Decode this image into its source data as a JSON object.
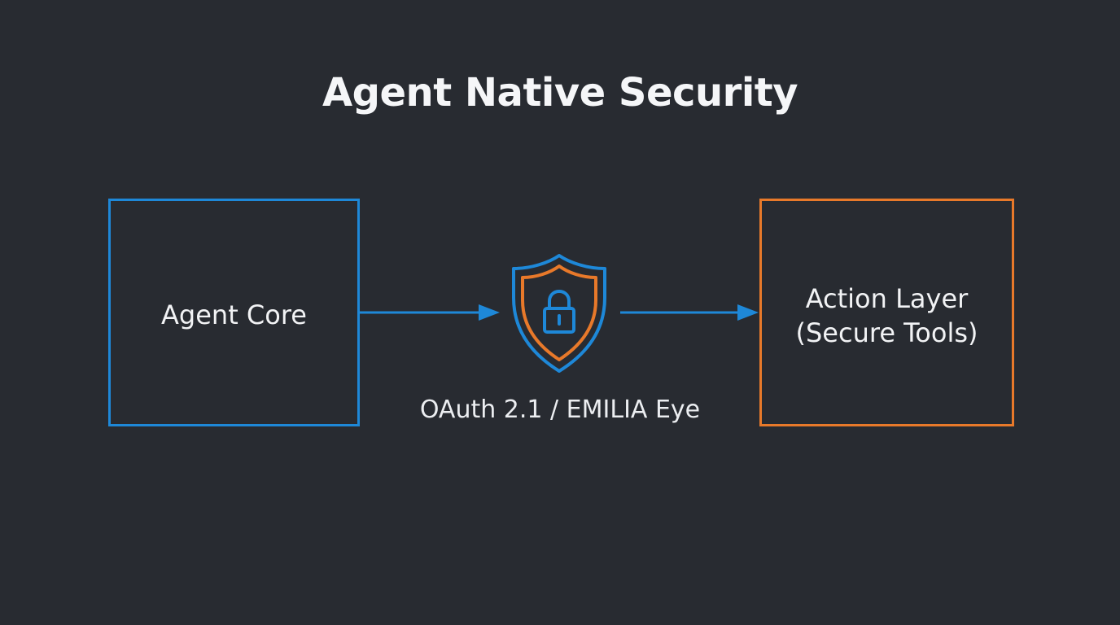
{
  "diagram": {
    "title": "Agent Native Security",
    "left_node": {
      "label": "Agent Core",
      "color": "#1e88d8"
    },
    "gate": {
      "caption": "OAuth 2.1 / EMILIA Eye",
      "icon": "shield-lock-icon",
      "outer_color": "#1e88d8",
      "inner_color": "#e8792a"
    },
    "right_node": {
      "label": "Action Layer\n(Secure Tools)",
      "color": "#e8792a"
    },
    "arrow_color": "#1e88d8",
    "background": "#282b31"
  }
}
